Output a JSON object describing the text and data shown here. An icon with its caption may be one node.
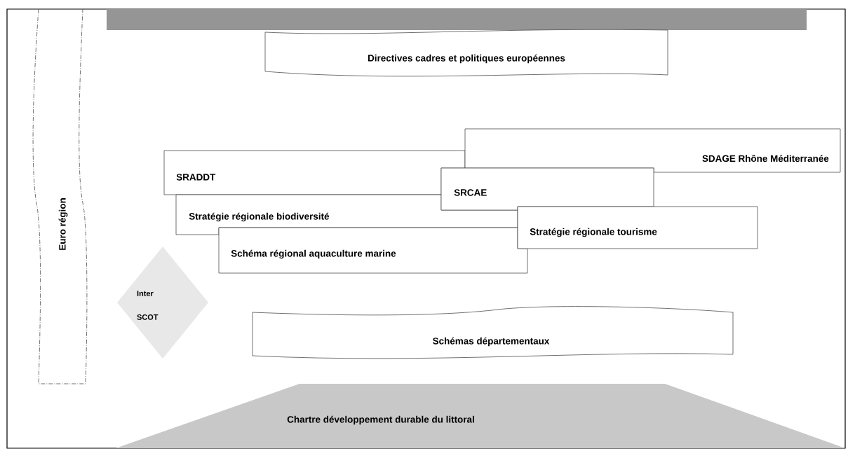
{
  "diagram": {
    "nodes": [
      {
        "text": [],
        "shape": "bar"
      },
      {
        "text": [
          "Directives cadres et politiques européennes"
        ]
      },
      {
        "text": [
          "Euro région"
        ]
      },
      {
        "text": [
          "SDAGE Rhône Méditerranée"
        ]
      },
      {
        "text": [
          "SRADDT"
        ]
      },
      {
        "text": [
          "SRCAE"
        ]
      },
      {
        "text": [
          "Stratégie régionale biodiversité"
        ]
      },
      {
        "text": [
          "Stratégie régionale tourisme"
        ]
      },
      {
        "text": [
          "Schéma régional aquaculture marine"
        ]
      },
      {
        "text": [
          "Inter SCOT"
        ]
      },
      {
        "text": [
          "Schémas départementaux"
        ]
      },
      {
        "text": [
          "Chartre développement durable du littoral"
        ]
      }
    ]
  }
}
